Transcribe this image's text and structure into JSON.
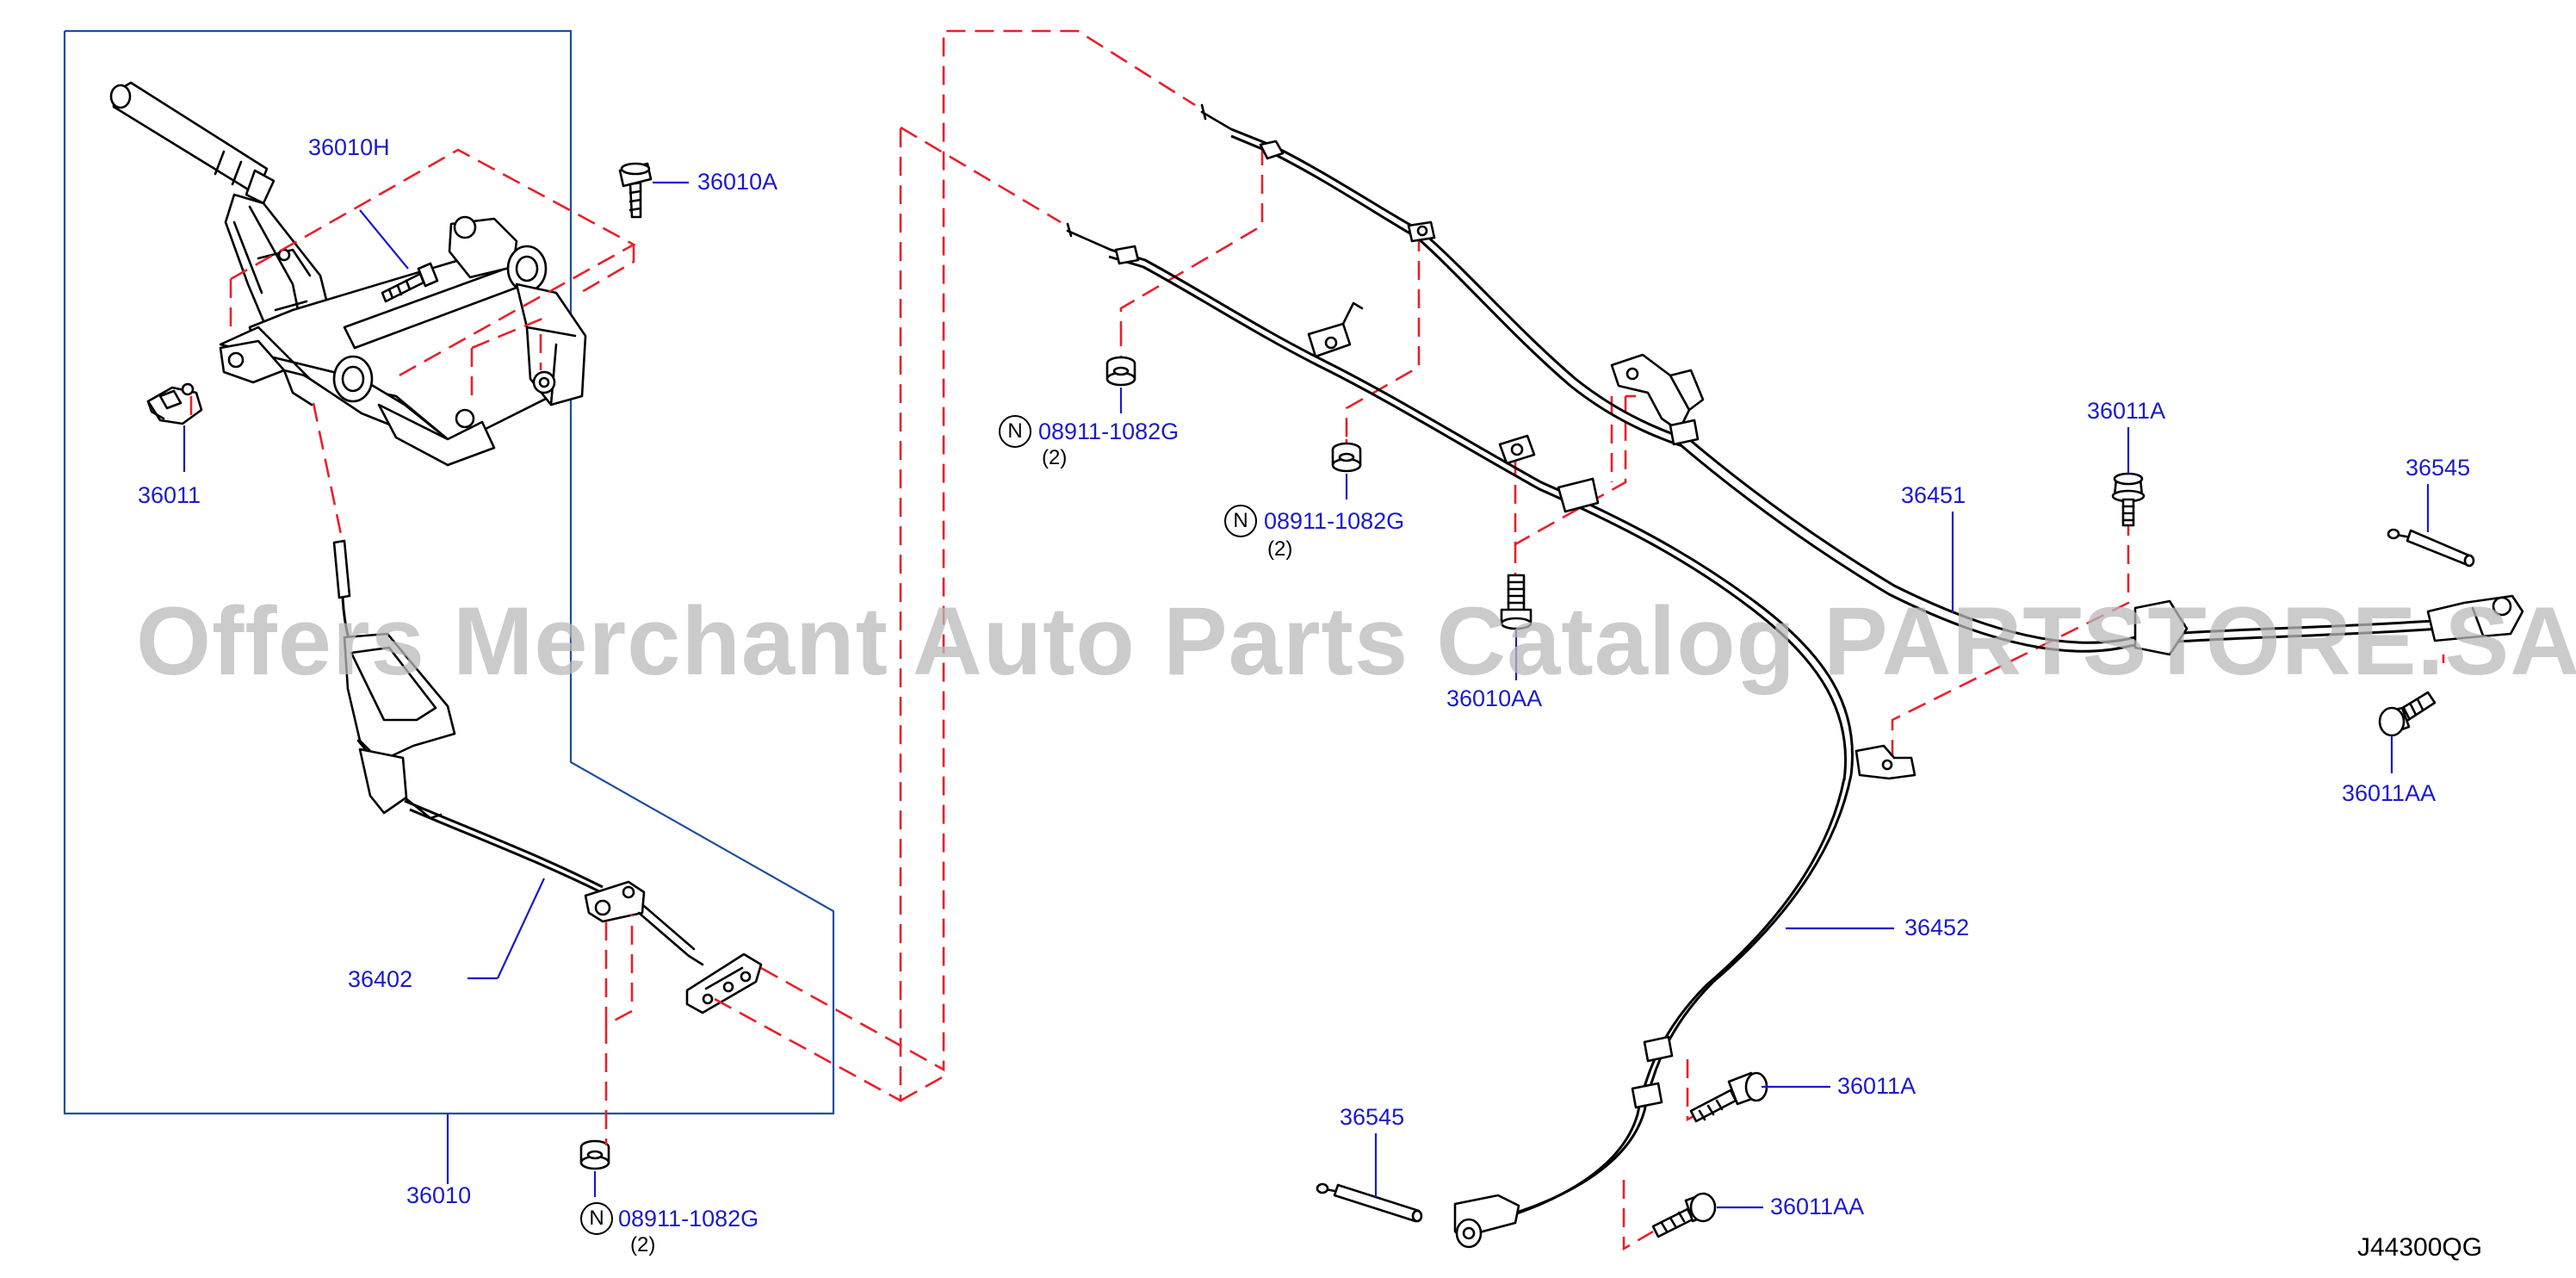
{
  "diagram": {
    "code": "J44300QG",
    "watermark": "Offers Merchant Auto Parts Catalog PARTSTORE.SA",
    "parts": {
      "p36010H": "36010H",
      "p36010A": "36010A",
      "p36011": "36011",
      "p36402": "36402",
      "p36010": "36010",
      "p36010AA": "36010AA",
      "p36011A_top": "36011A",
      "p36545_top": "36545",
      "p36451": "36451",
      "p36011AA_right": "36011AA",
      "p36452": "36452",
      "p36011A_bottom": "36011A",
      "p36545_bottom": "36545",
      "p36011AA_bottom": "36011AA",
      "nut_top1": "08911-1082G",
      "nut_top2": "08911-1082G",
      "nut_bottom": "08911-1082G"
    },
    "nut_symbol": "N",
    "qty": "(2)"
  }
}
